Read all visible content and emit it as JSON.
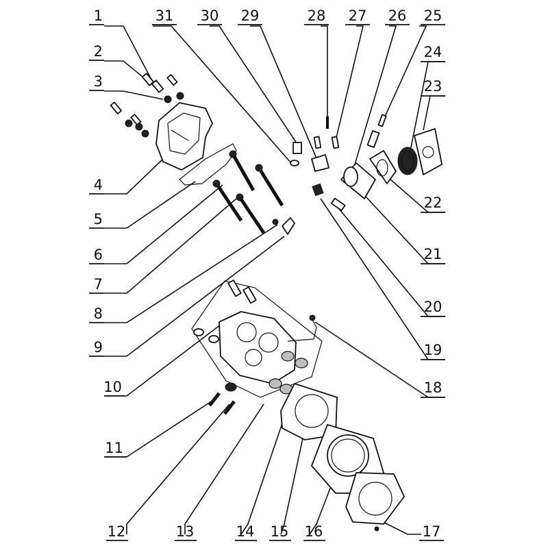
{
  "diagram": {
    "callouts_left": [
      "1",
      "2",
      "3",
      "4",
      "5",
      "6",
      "7",
      "8",
      "9",
      "10",
      "11"
    ],
    "callouts_bottom": [
      "12",
      "13",
      "14",
      "15",
      "16",
      "17"
    ],
    "callouts_top": [
      "31",
      "30",
      "29",
      "28",
      "27",
      "26",
      "25"
    ],
    "callouts_right": [
      "24",
      "23",
      "22",
      "21",
      "20",
      "19",
      "18"
    ]
  }
}
